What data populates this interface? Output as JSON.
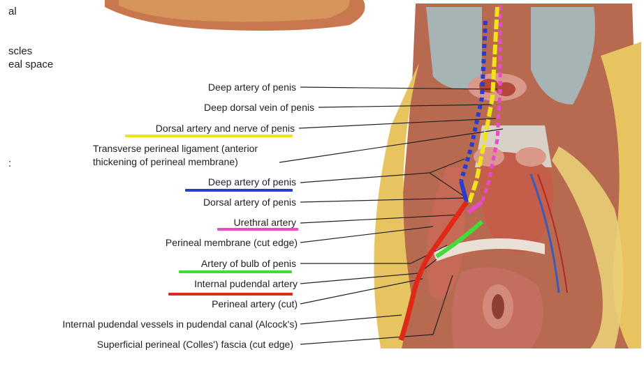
{
  "cropped_left_text": [
    "al",
    "scles",
    "eal space",
    ":"
  ],
  "labels": [
    {
      "text": "Deep artery of penis"
    },
    {
      "text": "Deep dorsal vein of penis"
    },
    {
      "text": "Dorsal artery and nerve of penis"
    },
    {
      "text": "Transverse perineal ligament (anterior"
    },
    {
      "text": "thickening of perineal membrane)"
    },
    {
      "text": "Deep artery of penis"
    },
    {
      "text": "Dorsal artery of penis"
    },
    {
      "text": "Urethral artery"
    },
    {
      "text": "Perineal membrane (cut edge)"
    },
    {
      "text": "Artery of bulb of penis"
    },
    {
      "text": "Internal pudendal artery"
    },
    {
      "text": "Perineal artery (cut)"
    },
    {
      "text": "Internal pudendal vessels in pudendal canal (Alcock's)"
    },
    {
      "text": "Superficial perineal (Colles') fascia (cut edge)"
    }
  ],
  "highlight_colors": {
    "yellow": "#f2e21a",
    "blue": "#2a3bd0",
    "pink": "#e84bc7",
    "green": "#3fdc3a",
    "red": "#e02818"
  }
}
